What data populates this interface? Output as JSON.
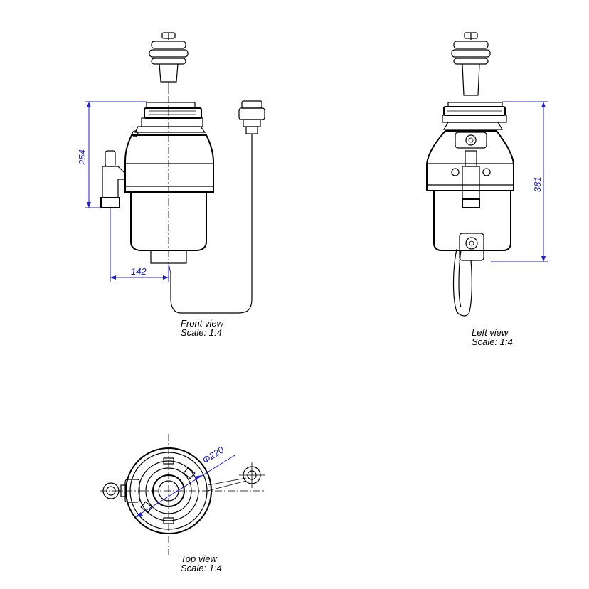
{
  "views": {
    "front": {
      "name": "Front view",
      "scale": "Scale:  1:4"
    },
    "left": {
      "name": "Left view",
      "scale": "Scale:  1:4"
    },
    "top": {
      "name": "Top view",
      "scale": "Scale:  1:4"
    }
  },
  "dimensions": {
    "front_height": "254",
    "front_offset": "142",
    "left_height": "381",
    "top_diameter": "Φ220"
  },
  "colors": {
    "dimension": "#1f1fd0",
    "outline": "#000000"
  }
}
